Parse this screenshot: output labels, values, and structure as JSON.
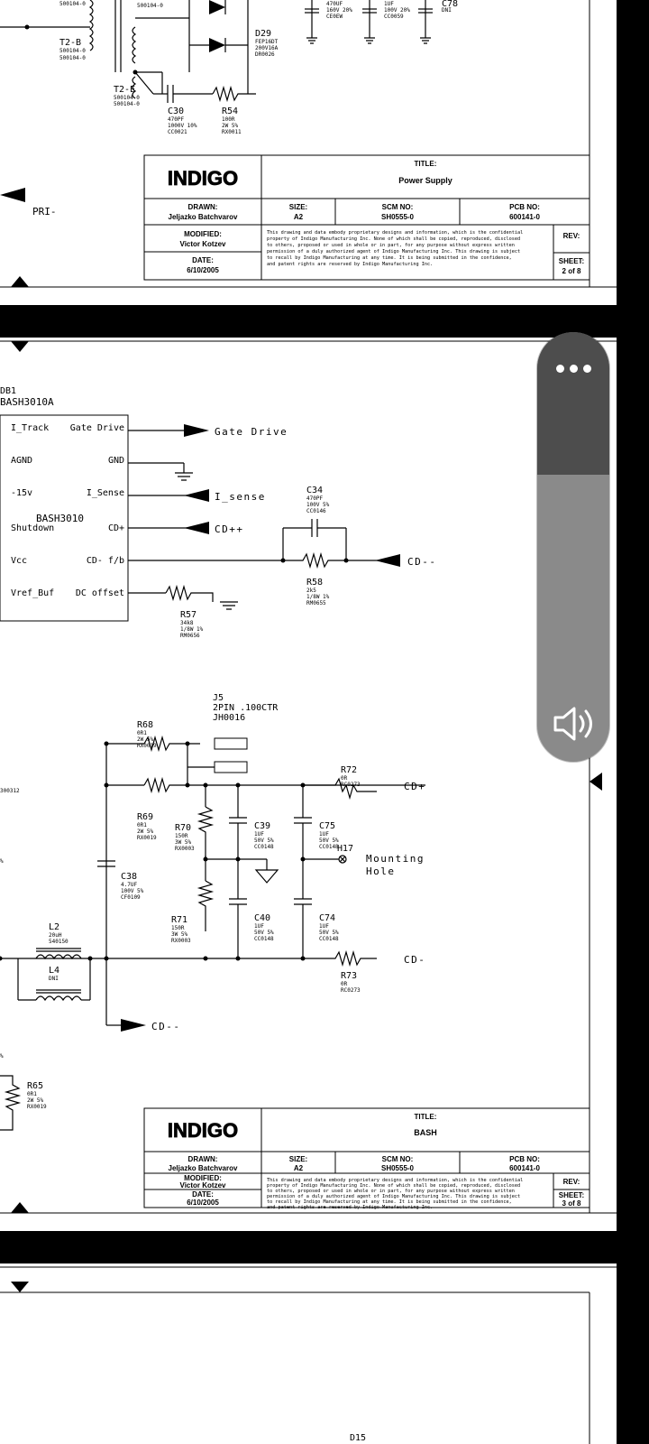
{
  "sheet2": {
    "partial_labels": [
      "500104-0",
      "500104-0",
      "T2-B",
      "500104-0",
      "500104-0",
      "T2-E",
      "500104-0",
      "500104-0",
      "PRI-"
    ],
    "d29": [
      "D29",
      "FEP16DT",
      "200V16A",
      "DR0026"
    ],
    "c30": [
      "C30",
      "470PF",
      "1000V 10%",
      "CC0021"
    ],
    "r54": [
      "R54",
      "100R",
      "2W 5%",
      "RX0011"
    ],
    "top_caps": [
      "470UF",
      "160V 20%",
      "CE0EW",
      "1UF",
      "100V 20%",
      "CC0059",
      "C78",
      "DNI"
    ],
    "tb": {
      "logo": "INDIGO",
      "title_label": "TITLE:",
      "title": "Power Supply",
      "drawn_label": "DRAWN:",
      "drawn": "Jeljazko Batchvarov",
      "size_label": "SIZE:",
      "size": "A2",
      "scm_label": "SCM NO:",
      "scm": "SH0555-0",
      "pcb_label": "PCB NO:",
      "pcb": "600141-0",
      "modified_label": "MODIFIED:",
      "modified": "Victor Kotzev",
      "date_label": "DATE:",
      "date": "6/10/2005",
      "rev_label": "REV:",
      "sheet_label": "SHEET:",
      "sheet": "2 of 8"
    }
  },
  "sheet3": {
    "db1": [
      "DB1",
      "BASH3010A"
    ],
    "chip_name": "BASH3010",
    "pins_left": [
      "I_Track",
      "AGND",
      "-15v",
      "Shutdown",
      "Vcc",
      "Vref_Buf"
    ],
    "pins_right": [
      "Gate Drive",
      "GND",
      "I_Sense",
      "CD+",
      "CD- f/b",
      "DC offset"
    ],
    "nets": {
      "gate": "Gate Drive",
      "isense": "I_sense",
      "cdpp": "CD++",
      "cdmm": "CD--",
      "cdp": "CD+",
      "cdm": "CD-",
      "cdmm2": "CD--",
      "mount": "Mounting",
      "hole": "Hole"
    },
    "c34": [
      "C34",
      "470PF",
      "100V 5%",
      "CC0146"
    ],
    "r58": [
      "R58",
      "2k5",
      "1/8W 1%",
      "RM0655"
    ],
    "r57": [
      "R57",
      "34k8",
      "1/8W 1%",
      "RM0656"
    ],
    "j5": [
      "J5",
      "2PIN .100CTR",
      "JH0016"
    ],
    "r68": [
      "R68",
      "0R1",
      "2W 5%",
      "RX0019"
    ],
    "r72": [
      "R72",
      "0R",
      "RC0273"
    ],
    "r69": [
      "R69",
      "0R1",
      "2W 5%",
      "RX0019"
    ],
    "r70": [
      "R70",
      "150R",
      "3W 5%",
      "RX0003"
    ],
    "c39": [
      "C39",
      "1UF",
      "50V 5%",
      "CC0148"
    ],
    "c75": [
      "C75",
      "1UF",
      "50V 5%",
      "CC0148"
    ],
    "h17": "H17",
    "c38": [
      "C38",
      "4.7UF",
      "100V 5%",
      "CF0109"
    ],
    "r71": [
      "R71",
      "150R",
      "3W 5%",
      "RX0003"
    ],
    "c40": [
      "C40",
      "1UF",
      "50V 5%",
      "CC0148"
    ],
    "c74": [
      "C74",
      "1UF",
      "50V 5%",
      "CC0148"
    ],
    "l2": [
      "L2",
      "20uH",
      "540150"
    ],
    "l4": [
      "L4",
      "DNI"
    ],
    "r73": [
      "R73",
      "0R",
      "RC0273"
    ],
    "r65": [
      "R65",
      "0R1",
      "2W 5%",
      "RX0019"
    ],
    "edge": [
      "300312",
      "%",
      "%"
    ],
    "tb": {
      "logo": "INDIGO",
      "title_label": "TITLE:",
      "title": "BASH",
      "drawn_label": "DRAWN:",
      "drawn": "Jeljazko Batchvarov",
      "size_label": "SIZE:",
      "size": "A2",
      "scm_label": "SCM NO:",
      "scm": "SH0555-0",
      "pcb_label": "PCB NO:",
      "pcb": "600141-0",
      "modified_label": "MODIFIED:",
      "modified": "Victor Kotzev",
      "date_label": "DATE:",
      "date": "6/10/2005",
      "rev_label": "REV:",
      "sheet_label": "SHEET:",
      "sheet": "3 of 8"
    }
  },
  "sheet4": {
    "d15": "D15"
  },
  "legal": [
    "This drawing and data embody proprietary designs and information, which is the confidential",
    "property of Indigo Manufacturing Inc. None of which shall be copied, reproduced, disclosed",
    "to others, proposed or used in whole or in part, for any purpose without express written",
    "permission of a duly authorized agent of Indigo Manufacturing Inc. This drawing is subject",
    "to recall by Indigo Manufacturing at any time. It is being submitted in the confidence,",
    "and patent rights are reserved by Indigo Manufacturing Inc."
  ],
  "icons": {
    "more": "more-dots-icon",
    "volume": "speaker-volume-icon"
  }
}
